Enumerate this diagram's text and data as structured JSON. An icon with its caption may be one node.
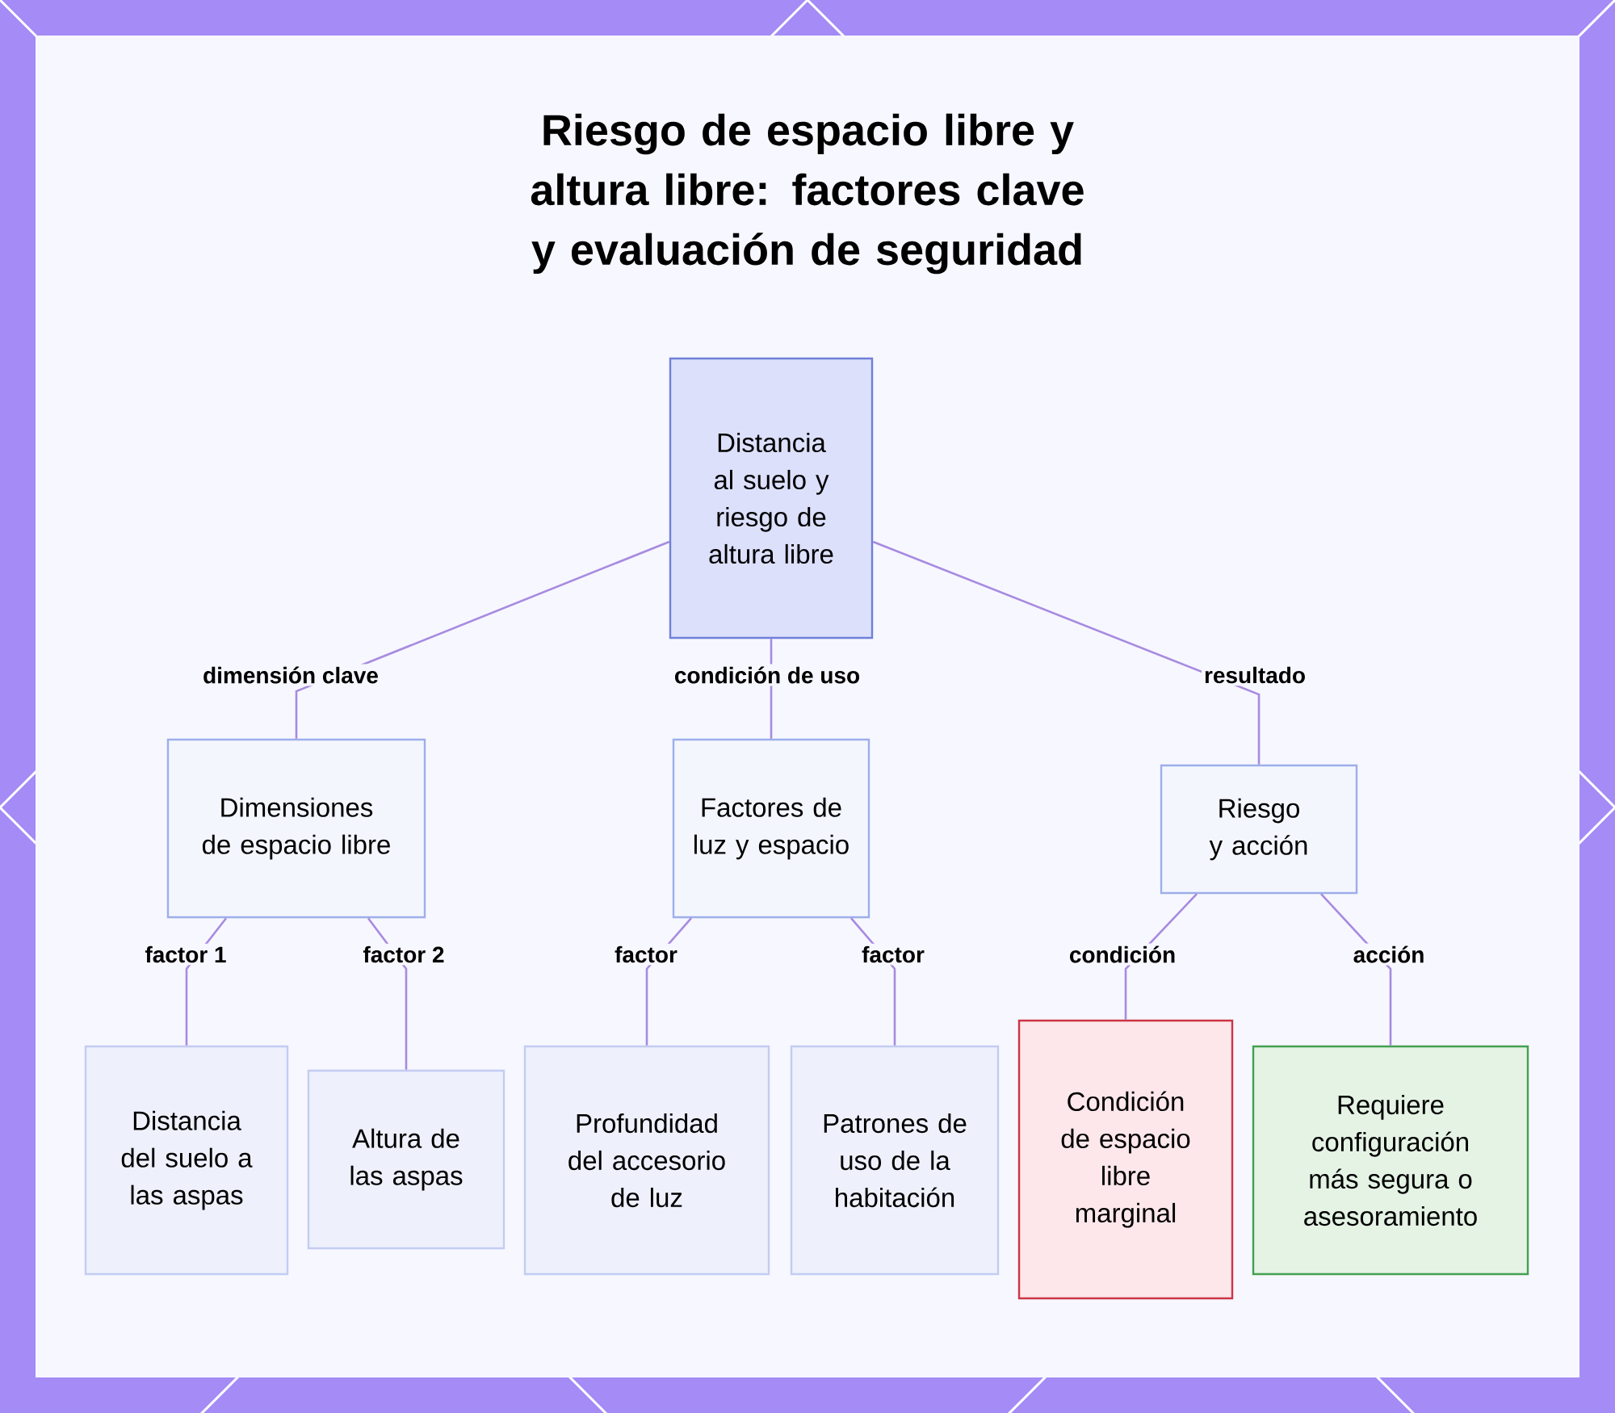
{
  "diagram": {
    "title": "Riesgo de espacio libre y altura libre: factores clave y evaluación de seguridad",
    "nodes": [
      {
        "text": [
          "Distancia al suelo y riesgo de altura libre"
        ]
      },
      {
        "text": [
          "Dimensiones de espacio libre"
        ]
      },
      {
        "text": [
          "Factores de luz y espacio"
        ]
      },
      {
        "text": [
          "Riesgo y acción"
        ]
      },
      {
        "text": [
          "Distancia del suelo a las aspas"
        ]
      },
      {
        "text": [
          "Altura de las aspas"
        ]
      },
      {
        "text": [
          "Profundidad del accesorio de luz"
        ]
      },
      {
        "text": [
          "Patrones de uso de la habitación"
        ]
      },
      {
        "text": [
          "Condición de espacio libre marginal"
        ]
      },
      {
        "text": [
          "Requiere configuración más segura o asesoramiento"
        ]
      }
    ],
    "edges": [
      {
        "from": 0,
        "to": 1,
        "arrow": "none",
        "label": "dimensión clave"
      },
      {
        "from": 0,
        "to": 2,
        "arrow": "none",
        "label": "condición de uso"
      },
      {
        "from": 0,
        "to": 3,
        "arrow": "none",
        "label": "resultado"
      },
      {
        "from": 1,
        "to": 4,
        "arrow": "none",
        "label": "factor 1"
      },
      {
        "from": 1,
        "to": 5,
        "arrow": "none",
        "label": "factor 2"
      },
      {
        "from": 2,
        "to": 6,
        "arrow": "none",
        "label": "factor"
      },
      {
        "from": 2,
        "to": 7,
        "arrow": "none",
        "label": "factor"
      },
      {
        "from": 3,
        "to": 8,
        "arrow": "none",
        "label": "condición"
      },
      {
        "from": 3,
        "to": 9,
        "arrow": "none",
        "label": "acción"
      }
    ]
  }
}
